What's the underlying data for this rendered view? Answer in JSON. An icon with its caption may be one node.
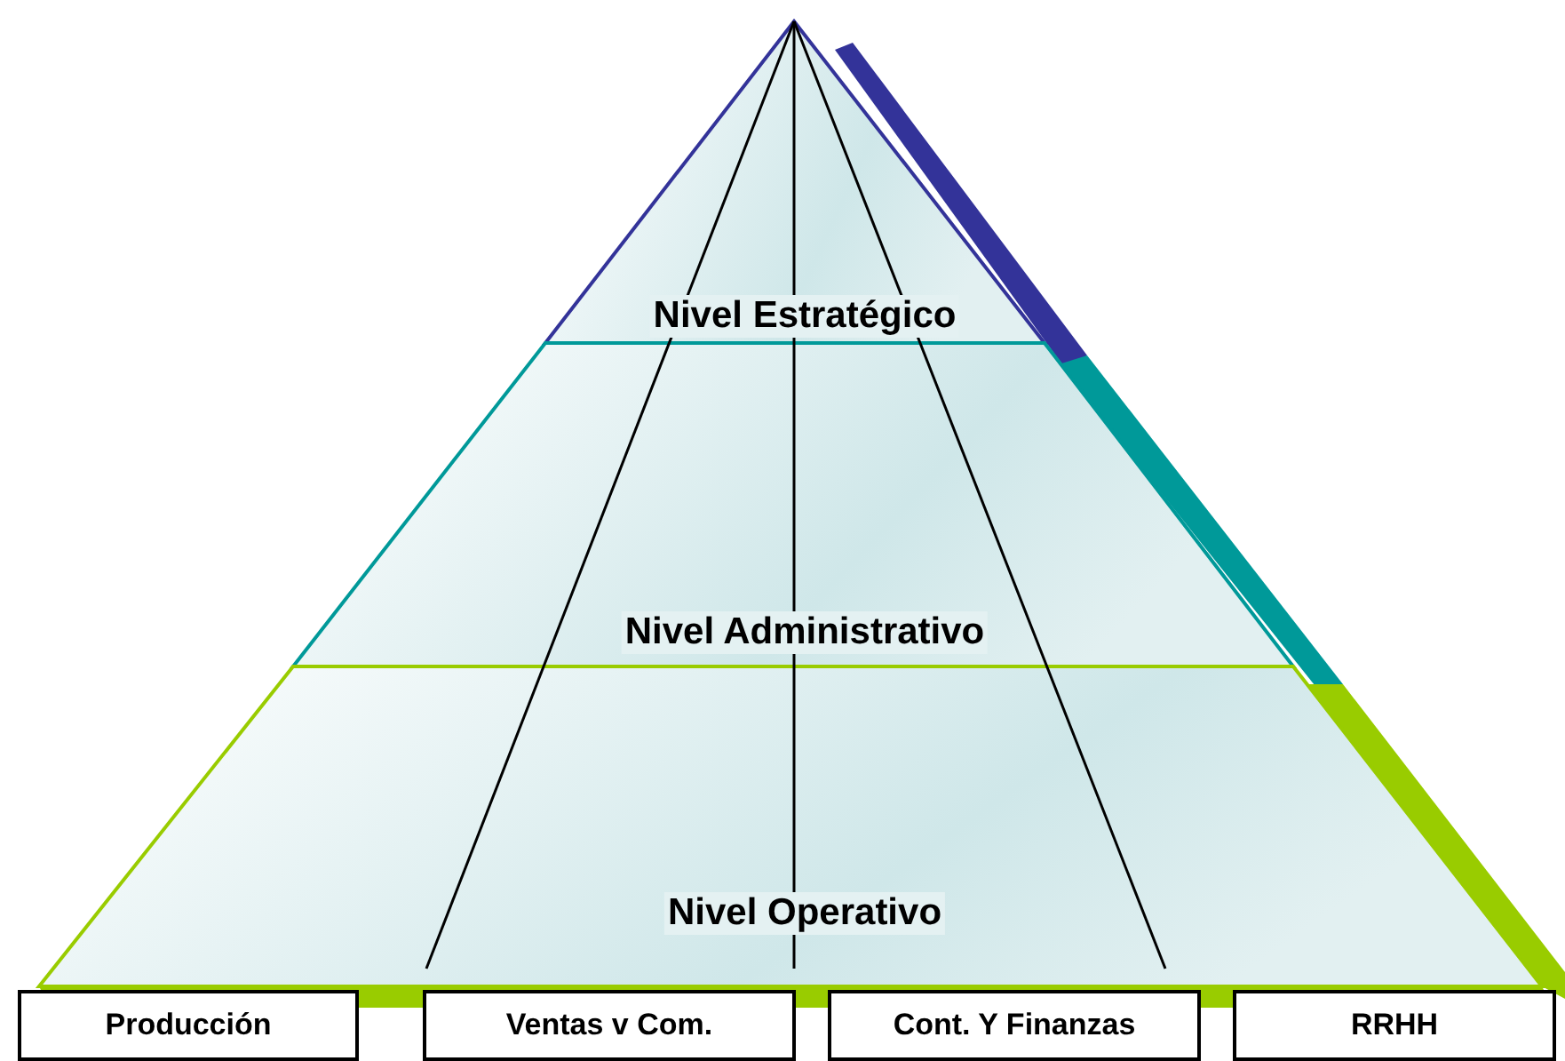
{
  "diagram": {
    "nodes": [
      {
        "text": [
          "Nivel Estratégico"
        ]
      },
      {
        "text": [
          "Nivel Administrativo"
        ]
      },
      {
        "text": [
          "Nivel Operativo"
        ]
      },
      {
        "text": [
          "Producción"
        ]
      },
      {
        "text": [
          "Ventas v Com."
        ]
      },
      {
        "text": [
          "Cont. Y Finanzas"
        ]
      },
      {
        "text": [
          "RRHH"
        ]
      }
    ]
  }
}
